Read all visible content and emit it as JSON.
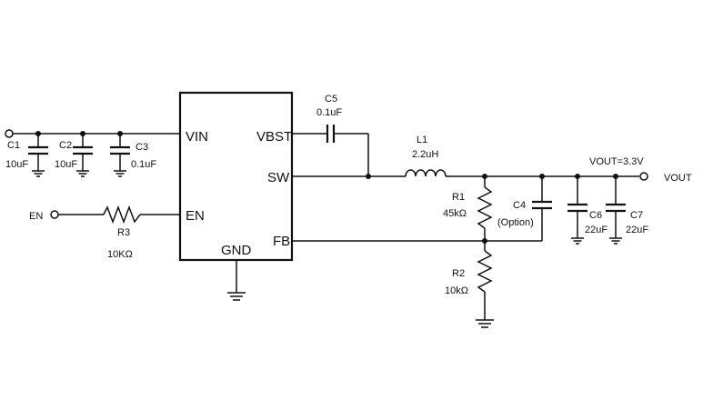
{
  "ic": {
    "pins": {
      "vin": "VIN",
      "en": "EN",
      "vbst": "VBST",
      "sw": "SW",
      "fb": "FB",
      "gnd": "GND"
    }
  },
  "components": {
    "c1": {
      "ref": "C1",
      "value": "10uF"
    },
    "c2": {
      "ref": "C2",
      "value": "10uF"
    },
    "c3": {
      "ref": "C3",
      "value": "0.1uF"
    },
    "c4": {
      "ref": "C4",
      "value": "(Option)"
    },
    "c5": {
      "ref": "C5",
      "value": "0.1uF"
    },
    "c6": {
      "ref": "C6",
      "value": "22uF"
    },
    "c7": {
      "ref": "C7",
      "value": "22uF"
    },
    "l1": {
      "ref": "L1",
      "value": "2.2uH"
    },
    "r1": {
      "ref": "R1",
      "value": "45kΩ"
    },
    "r2": {
      "ref": "R2",
      "value": "10kΩ"
    },
    "r3": {
      "ref": "R3",
      "value": "10KΩ"
    }
  },
  "nets": {
    "en_label": "EN",
    "vout_value": "VOUT=3.3V",
    "vout_label": "VOUT"
  }
}
